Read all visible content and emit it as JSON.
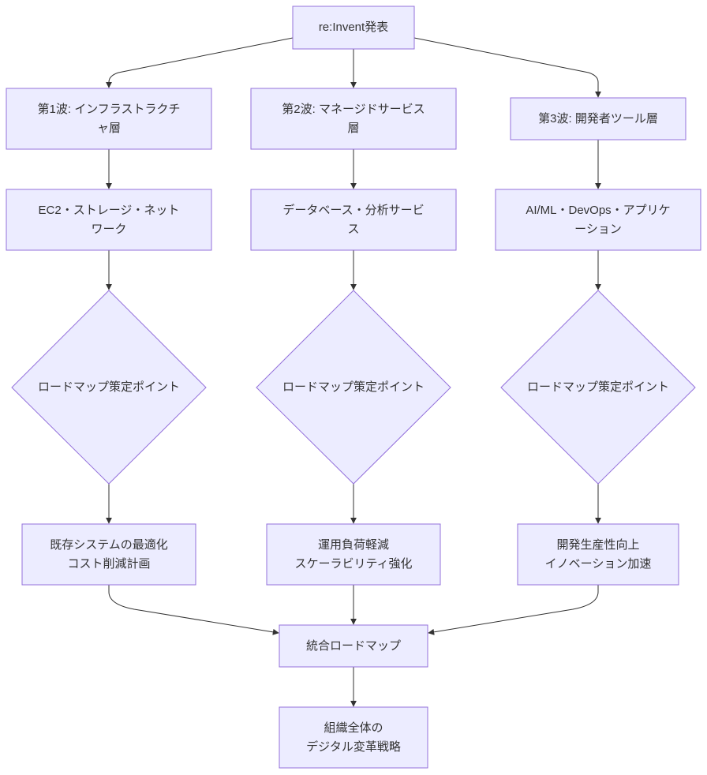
{
  "nodes": {
    "reinvent": {
      "lines": [
        "re:Invent発表"
      ]
    },
    "wave1": {
      "lines": [
        "第1波: インフラストラクチ",
        "ャ層"
      ]
    },
    "wave2": {
      "lines": [
        "第2波: マネージドサービス",
        "層"
      ]
    },
    "wave3": {
      "lines": [
        "第3波: 開発者ツール層"
      ]
    },
    "infra_items": {
      "lines": [
        "EC2・ストレージ・ネット",
        "ワーク"
      ]
    },
    "managed_items": {
      "lines": [
        "データベース・分析サービ",
        "ス"
      ]
    },
    "dev_items": {
      "lines": [
        "AI/ML・DevOps・アプリケ",
        "ーション"
      ]
    },
    "decision1": {
      "lines": [
        "ロードマップ策定ポイント"
      ]
    },
    "decision2": {
      "lines": [
        "ロードマップ策定ポイント"
      ]
    },
    "decision3": {
      "lines": [
        "ロードマップ策定ポイント"
      ]
    },
    "outcome1": {
      "lines": [
        "既存システムの最適化",
        "コスト削減計画"
      ]
    },
    "outcome2": {
      "lines": [
        "運用負荷軽減",
        "スケーラビリティ強化"
      ]
    },
    "outcome3": {
      "lines": [
        "開発生産性向上",
        "イノベーション加速"
      ]
    },
    "roadmap": {
      "lines": [
        "統合ロードマップ"
      ]
    },
    "strategy": {
      "lines": [
        "組織全体の",
        "デジタル変革戦略"
      ]
    }
  },
  "colors": {
    "node_fill": "#ececff",
    "node_stroke": "#9370db",
    "edge": "#333333",
    "text": "#333333"
  }
}
